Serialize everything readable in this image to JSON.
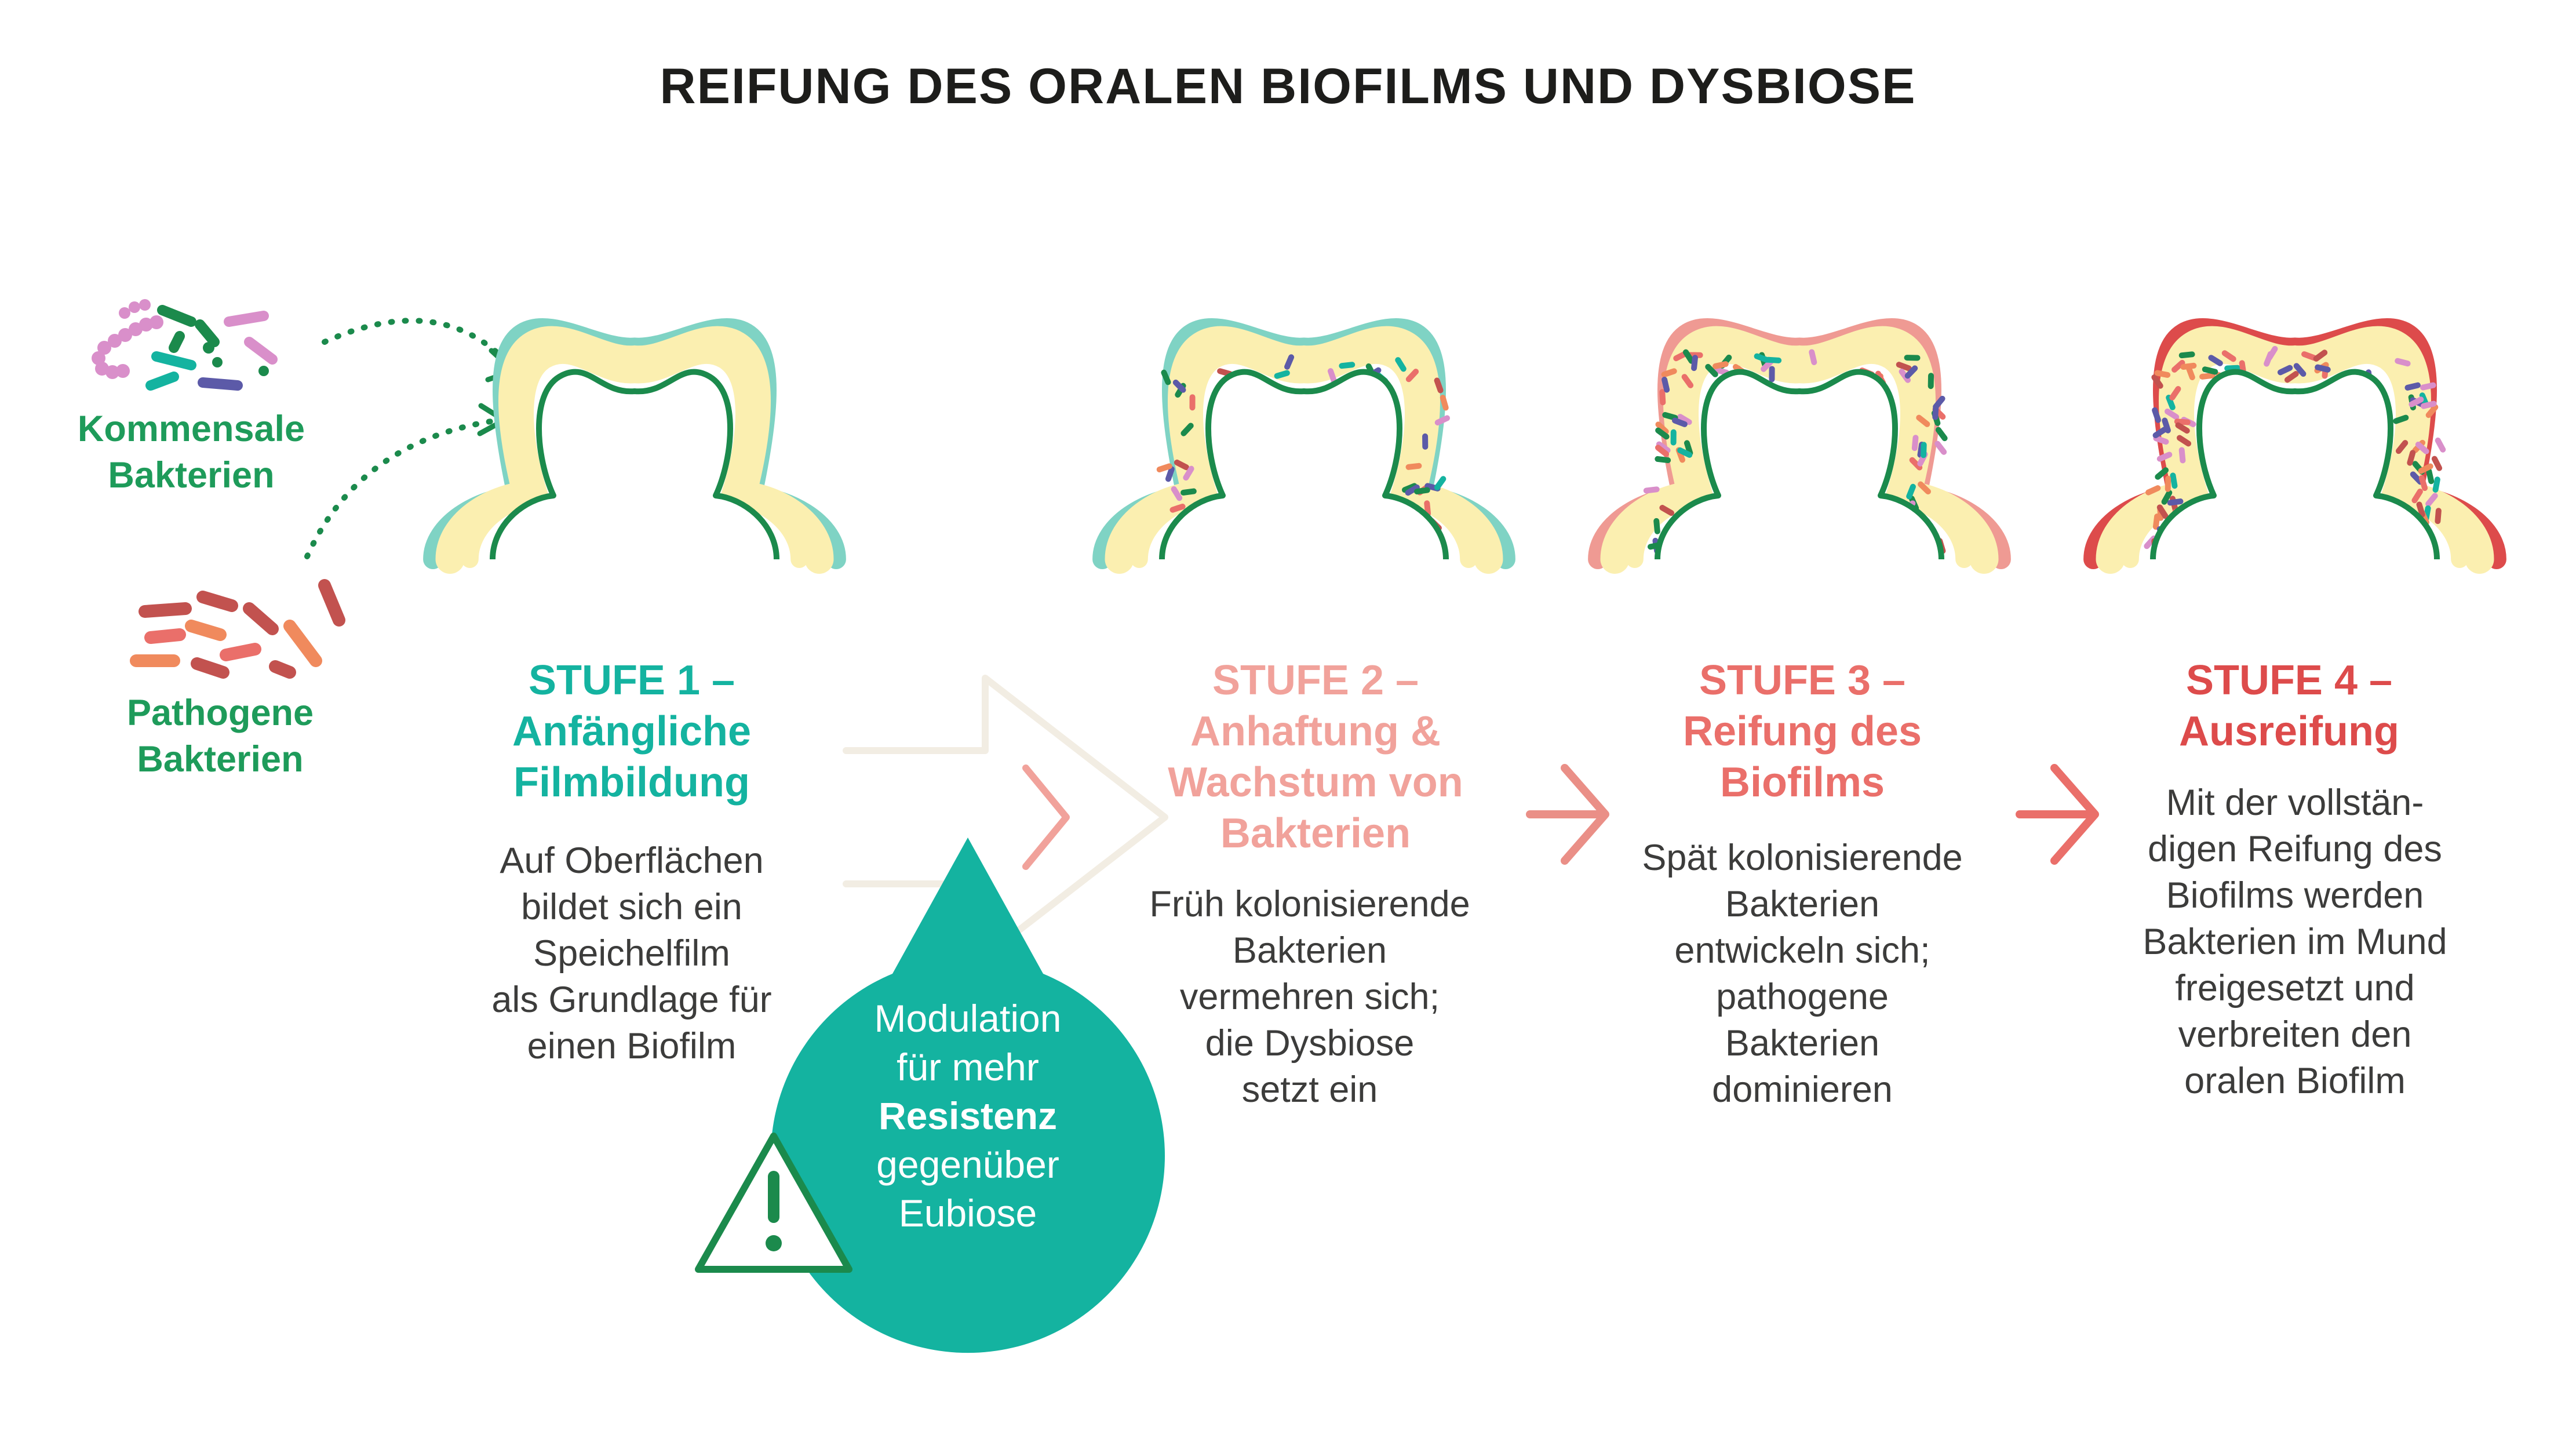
{
  "title": "REIFUNG DES ORALEN BIOFILMS UND DYSBIOSE",
  "bacteria": {
    "commensal_label": "Kommensale\nBakterien",
    "pathogenic_label": "Pathogene\nBakterien"
  },
  "stages": [
    {
      "title": "STUFE 1 –\nAnfängliche\nFilmbildung",
      "text": "Auf Oberflächen\nbildet sich ein\nSpeichelfilm\nals Grundlage für\neinen Biofilm",
      "color": "#14b3a0"
    },
    {
      "title": "STUFE 2 –\nAnhaftung &\nWachstum von\nBakterien",
      "text": "Früh kolonisierende\nBakterien\nvermehren sich;\ndie Dysbiose\nsetzt ein",
      "color": "#f1a29b"
    },
    {
      "title": "STUFE 3 –\nReifung des\nBiofilms",
      "text": "Spät kolonisierende\nBakterien\nentwickeln sich;\npathogene\nBakterien\ndominieren",
      "color": "#ea6f6a"
    },
    {
      "title": "STUFE 4 –\nAusreifung",
      "text": "Mit der vollstän-\ndigen Reifung des\nBiofilms werden\nBakterien im Mund\nfreigesetzt und\nverbreiten den\noralen Biofilm",
      "color": "#dd4b4b"
    }
  ],
  "modulation": {
    "line1": "Modulation",
    "line2": "für mehr",
    "line3": "Resistenz",
    "line4": "gegenüber",
    "line5": "Eubiose"
  },
  "icons": {
    "warning": "warning-triangle-icon",
    "arrow": "chevron-right-arrow-icon"
  },
  "colors": {
    "teal": "#14b3a0",
    "tooth_outline": "#1b8a4c",
    "film_yellow": "#fbefb0",
    "film_teal": "#7fd3c4",
    "pink": "#f1a29b",
    "red": "#dd4b4b",
    "commensal_green": "#1e9b5a"
  }
}
